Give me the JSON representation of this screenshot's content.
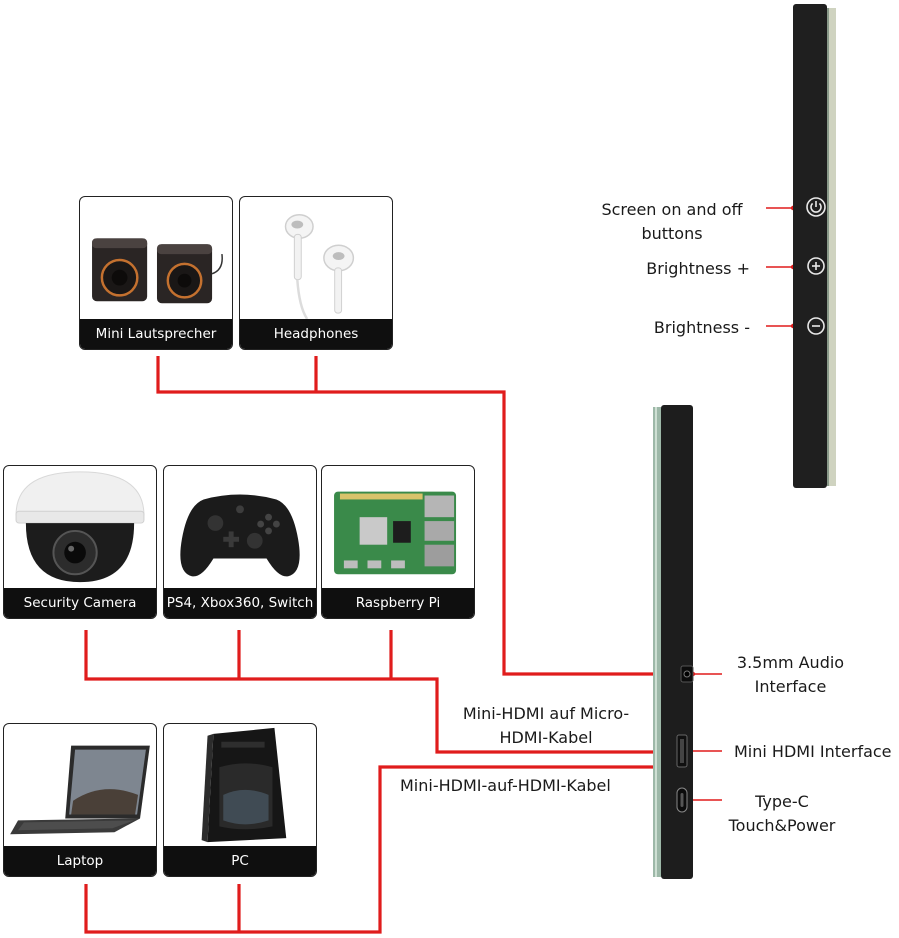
{
  "devices": {
    "speakers": "Mini Lautsprecher",
    "headphones": "Headphones",
    "camera": "Security Camera",
    "console": "PS4, Xbox360, Switch",
    "raspberry": "Raspberry Pi",
    "laptop": "Laptop",
    "pc": "PC"
  },
  "buttons": {
    "power_line1": "Screen on and off",
    "power_line2": "buttons",
    "bright_up": "Brightness +",
    "bright_down": "Brightness -"
  },
  "ports": {
    "audio_line1": "3.5mm Audio",
    "audio_line2": "Interface",
    "hdmi": "Mini HDMI Interface",
    "typec_line1": "Type-C",
    "typec_line2": "Touch&Power"
  },
  "cables": {
    "micro_line1": "Mini-HDMI auf Micro-",
    "micro_line2": "HDMI-Kabel",
    "hdmi_cable": "Mini-HDMI-auf-HDMI-Kabel"
  },
  "colors": {
    "wire": "#e01c1c",
    "caption_bg": "#0f0f0f"
  }
}
